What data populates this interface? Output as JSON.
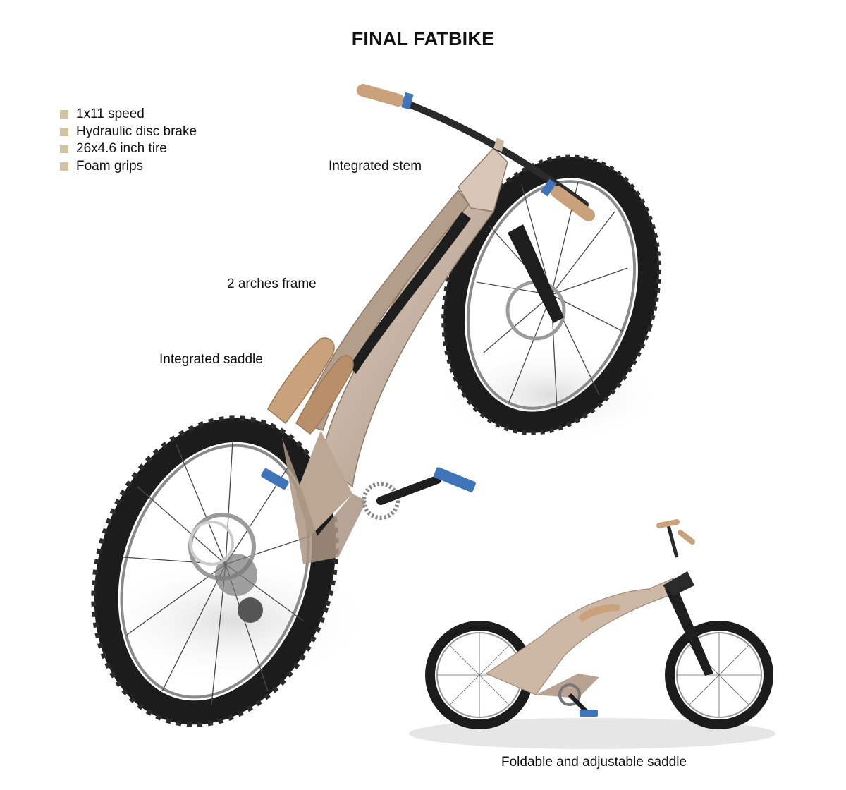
{
  "title": "FINAL FATBIKE",
  "specs": [
    "1x11 speed",
    "Hydraulic disc brake",
    "26x4.6 inch tire",
    "Foam grips"
  ],
  "labels": {
    "integrated_stem": "Integrated stem",
    "arches_frame": "2 arches frame",
    "integrated_saddle": "Integrated saddle",
    "foldable_saddle": "Foldable and adjustable saddle"
  },
  "colors": {
    "frame": "#cdb8a6",
    "frame_shadow": "#9e8a7a",
    "saddle": "#c9a17a",
    "tire": "#1c1c1c",
    "pedal": "#3f74b8",
    "bullet": "#d2c3a0"
  }
}
